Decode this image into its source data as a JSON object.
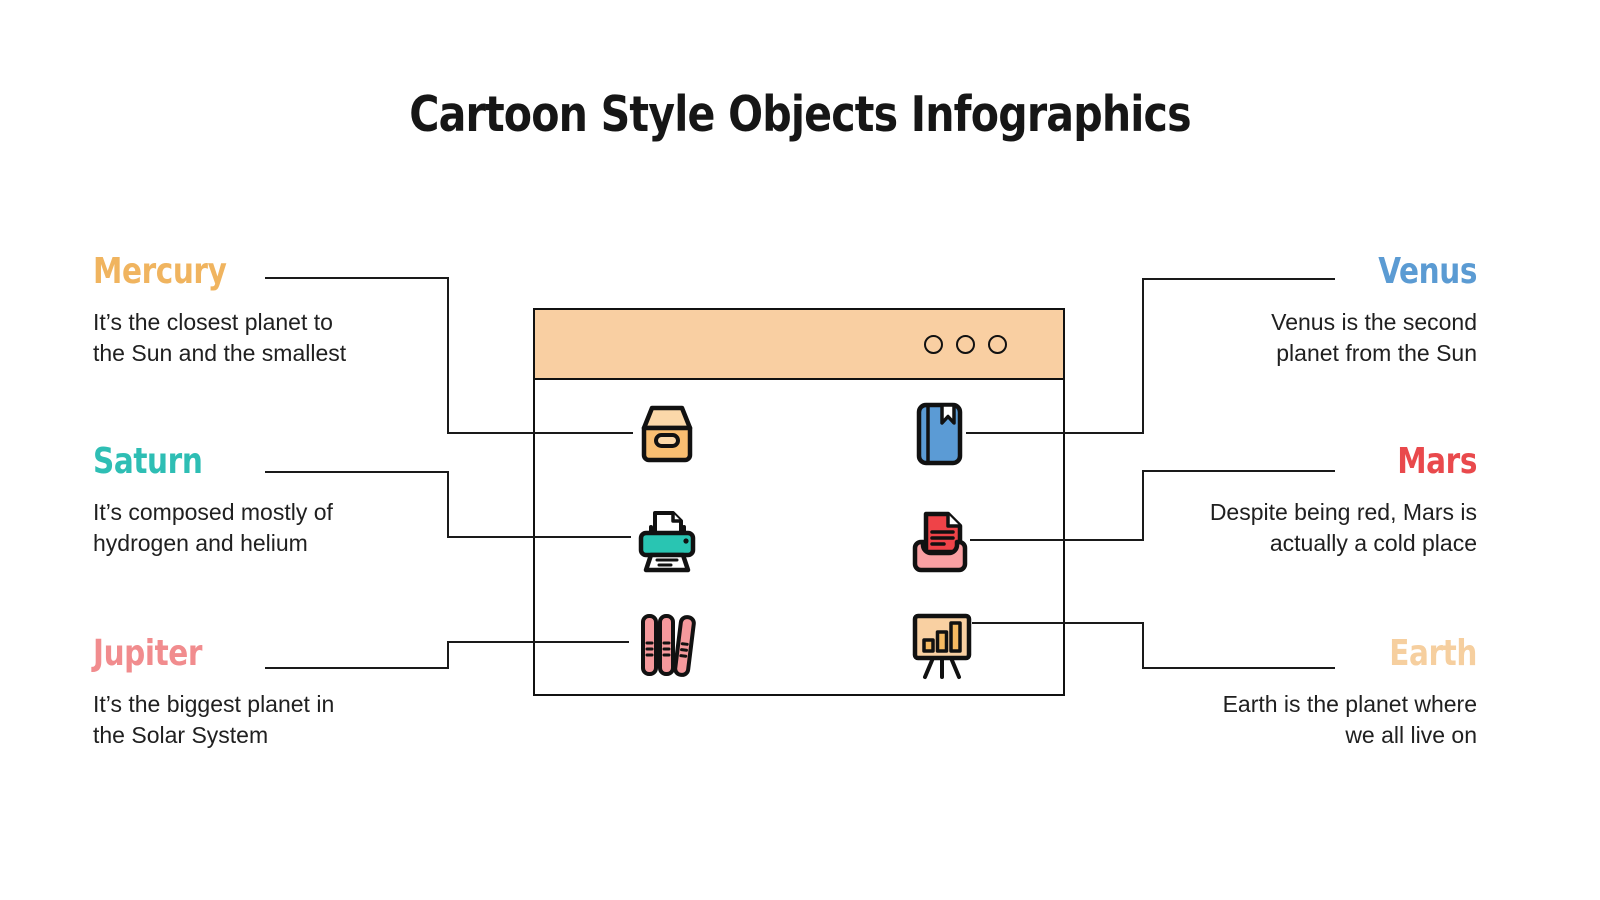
{
  "title": "Cartoon Style Objects Infographics",
  "items": [
    {
      "id": "mercury",
      "label": "Mercury",
      "description": "It’s the closest planet to\nthe Sun and the smallest",
      "color": "#F0B45F",
      "side": "left",
      "icon": "archive-box-icon"
    },
    {
      "id": "venus",
      "label": "Venus",
      "description": "Venus is the second\nplanet from the Sun",
      "color": "#5B9BD3",
      "side": "right",
      "icon": "book-icon"
    },
    {
      "id": "saturn",
      "label": "Saturn",
      "description": "It’s composed mostly of\nhydrogen and helium",
      "color": "#2EBEB4",
      "side": "left",
      "icon": "printer-icon"
    },
    {
      "id": "mars",
      "label": "Mars",
      "description": "Despite being red, Mars is\nactually a cold place",
      "color": "#E9494C",
      "side": "right",
      "icon": "inbox-document-icon"
    },
    {
      "id": "jupiter",
      "label": "Jupiter",
      "description": "It’s the biggest planet in\nthe Solar System",
      "color": "#F18C8E",
      "side": "left",
      "icon": "binders-icon"
    },
    {
      "id": "earth",
      "label": "Earth",
      "description": "Earth is the planet where\nwe all live on",
      "color": "#F6CF9F",
      "side": "right",
      "icon": "presentation-chart-icon"
    }
  ],
  "window": {
    "circle_count": 3
  },
  "colors": {
    "ink": "#111111",
    "text": "#202020",
    "window_header": "#F9CFA2",
    "archive_front": "#F9BE71",
    "archive_top": "#FBD8A9",
    "book_blue": "#5B9BD5",
    "printer_teal": "#29C5B2",
    "document_red": "#EF4348",
    "tray_pink": "#F9A0A3",
    "binder_pink": "#F5999C",
    "board_peach": "#F9D0A2",
    "board_bar_orange": "#F6BA62"
  }
}
